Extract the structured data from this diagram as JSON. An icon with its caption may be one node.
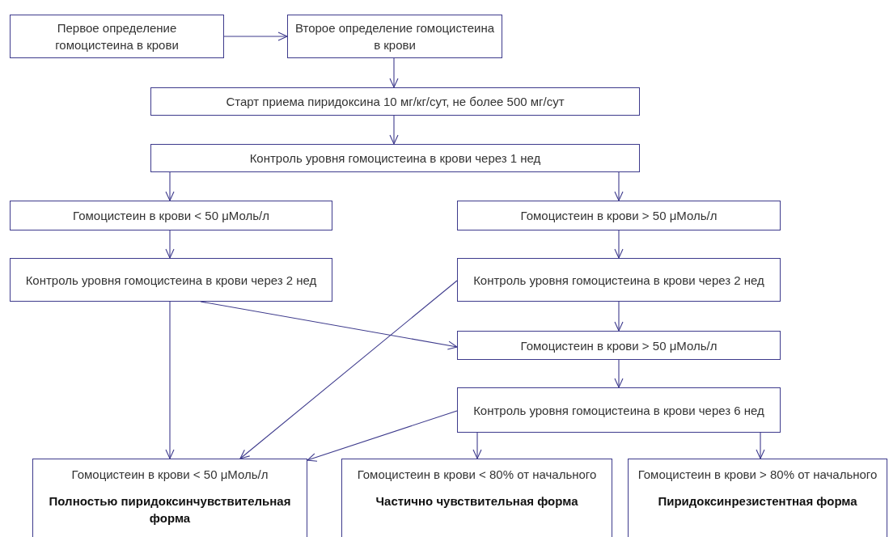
{
  "diagram": {
    "nodes": [
      {
        "text": [
          "Первое определение гомоцистеина в крови"
        ]
      },
      {
        "text": [
          "Второе определение гомоцистеина в крови"
        ]
      },
      {
        "text": [
          "Старт приема пиридоксина 10 мг/кг/сут, не более 500 мг/сут"
        ]
      },
      {
        "text": [
          "Контроль уровня гомоцистеина в крови через 1 нед"
        ]
      },
      {
        "text": [
          "Гомоцистеин в крови < 50 μМоль/л"
        ]
      },
      {
        "text": [
          "Гомоцистеин в крови > 50 μМоль/л"
        ]
      },
      {
        "text": [
          "Контроль уровня гомоцистеина в крови через 2 нед"
        ]
      },
      {
        "text": [
          "Контроль уровня гомоцистеина в крови через 2 нед"
        ]
      },
      {
        "text": [
          "Гомоцистеин в крови > 50 μМоль/л"
        ]
      },
      {
        "text": [
          "Контроль уровня гомоцистеина в крови через 6 нед"
        ]
      },
      {
        "text": [
          "Гомоцистеин в крови < 50 μМоль/л",
          "Полностью пиридоксинчувствительная форма"
        ]
      },
      {
        "text": [
          "Гомоцистеин в крови < 80% от начального",
          "Частично чувствительная форма"
        ]
      },
      {
        "text": [
          "Гомоцистеин в крови > 80% от начального",
          "Пиридоксинрезистентная форма"
        ]
      }
    ],
    "edges": [
      {
        "from": 0,
        "to": 1,
        "arrow": "to"
      },
      {
        "from": 1,
        "to": 2,
        "arrow": "to"
      },
      {
        "from": 2,
        "to": 3,
        "arrow": "to"
      },
      {
        "from": 3,
        "to": 4,
        "arrow": "to"
      },
      {
        "from": 3,
        "to": 5,
        "arrow": "to"
      },
      {
        "from": 4,
        "to": 6,
        "arrow": "to"
      },
      {
        "from": 5,
        "to": 7,
        "arrow": "to"
      },
      {
        "from": 6,
        "to": 10,
        "arrow": "to"
      },
      {
        "from": 6,
        "to": 8,
        "arrow": "to"
      },
      {
        "from": 7,
        "to": 10,
        "arrow": "to"
      },
      {
        "from": 7,
        "to": 8,
        "arrow": "to"
      },
      {
        "from": 8,
        "to": 9,
        "arrow": "to"
      },
      {
        "from": 9,
        "to": 10,
        "arrow": "to"
      },
      {
        "from": 9,
        "to": 11,
        "arrow": "to"
      },
      {
        "from": 9,
        "to": 12,
        "arrow": "to"
      }
    ]
  }
}
